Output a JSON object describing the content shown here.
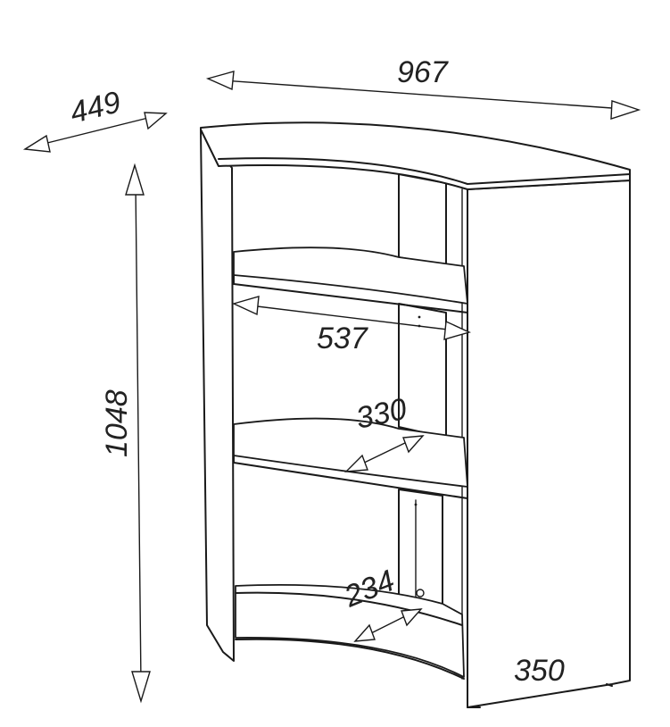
{
  "drawing": {
    "stroke_color": "#1a1a1a",
    "background": "#ffffff"
  },
  "dimensions": {
    "width_label": "967",
    "depth_label": "449",
    "height_label": "1048",
    "shelf_width_label": "537",
    "shelf_depth_label": "330",
    "bottom_depth_label": "234",
    "side_width_label": "350"
  }
}
